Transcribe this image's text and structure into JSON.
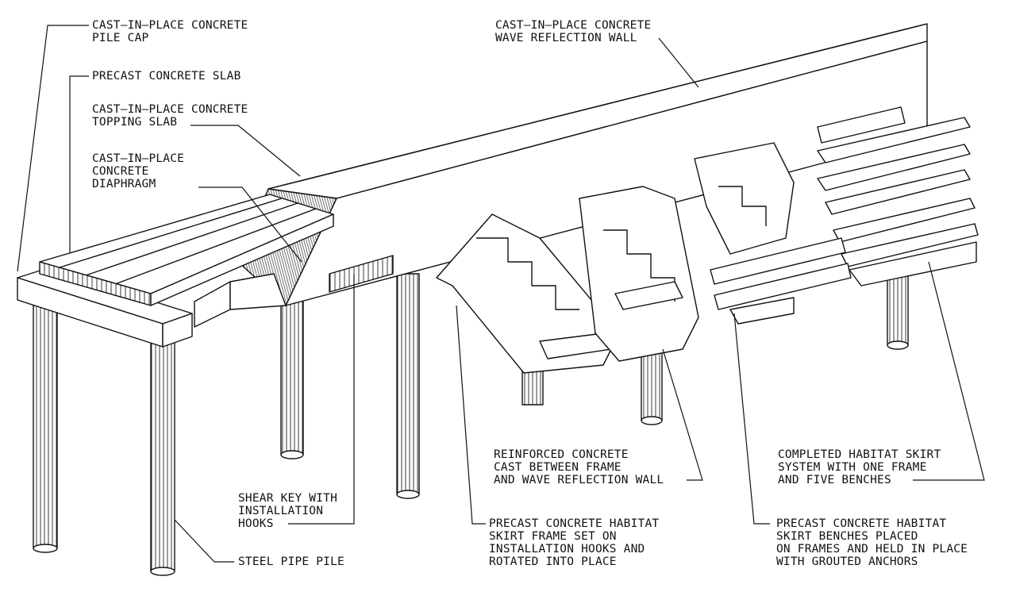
{
  "labels": {
    "pile_cap": [
      "CAST–IN–PLACE CONCRETE",
      "PILE CAP"
    ],
    "precast_slab": [
      "PRECAST CONCRETE SLAB"
    ],
    "topping_slab": [
      "CAST–IN–PLACE CONCRETE",
      "TOPPING SLAB"
    ],
    "diaphragm": [
      "CAST–IN–PLACE",
      "CONCRETE",
      "DIAPHRAGM"
    ],
    "wave_wall": [
      "CAST–IN–PLACE CONCRETE",
      "WAVE REFLECTION WALL"
    ],
    "shear_key": [
      "SHEAR KEY WITH",
      "INSTALLATION",
      "HOOKS"
    ],
    "steel_pile": [
      "STEEL PIPE PILE"
    ],
    "reinforced": [
      "REINFORCED CONCRETE",
      "CAST BETWEEN FRAME",
      "AND WAVE REFLECTION WALL"
    ],
    "frame": [
      "PRECAST CONCRETE HABITAT",
      "SKIRT FRAME SET ON",
      "INSTALLATION HOOKS AND",
      "ROTATED INTO PLACE"
    ],
    "completed": [
      "COMPLETED HABITAT SKIRT",
      "SYSTEM WITH ONE FRAME",
      "AND FIVE BENCHES"
    ],
    "benches": [
      "PRECAST CONCRETE HABITAT",
      "SKIRT BENCHES PLACED",
      "ON FRAMES AND HELD IN PLACE",
      "WITH GROUTED ANCHORS"
    ]
  },
  "colors": {
    "line": "#111111",
    "fill": "#ffffff"
  }
}
